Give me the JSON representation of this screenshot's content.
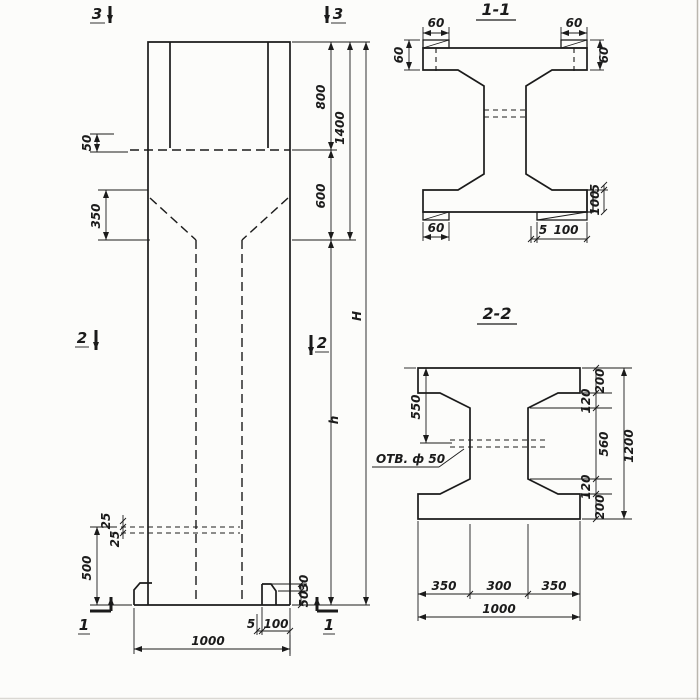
{
  "main": {
    "markers": {
      "s3": "3",
      "s2": "2",
      "s1": "1"
    },
    "dims": {
      "w1000": "1000",
      "v800": "800",
      "v600": "600",
      "v1400": "1400",
      "H": "H",
      "h": "h",
      "d50": "50",
      "d350": "350",
      "d25": "25",
      "d500": "500",
      "d30": "30",
      "d50b": "50",
      "d5": "5",
      "d100": "100"
    }
  },
  "section1": {
    "title": "1-1",
    "dims": {
      "d60": "60",
      "d5": "5",
      "d100": "100"
    }
  },
  "section2": {
    "title": "2-2",
    "hole_label": "ОТВ. ф 50",
    "dims": {
      "d550": "550",
      "d200": "200",
      "d120": "120",
      "d560": "560",
      "d1200": "1200",
      "d350": "350",
      "d300": "300",
      "d1000": "1000"
    }
  }
}
